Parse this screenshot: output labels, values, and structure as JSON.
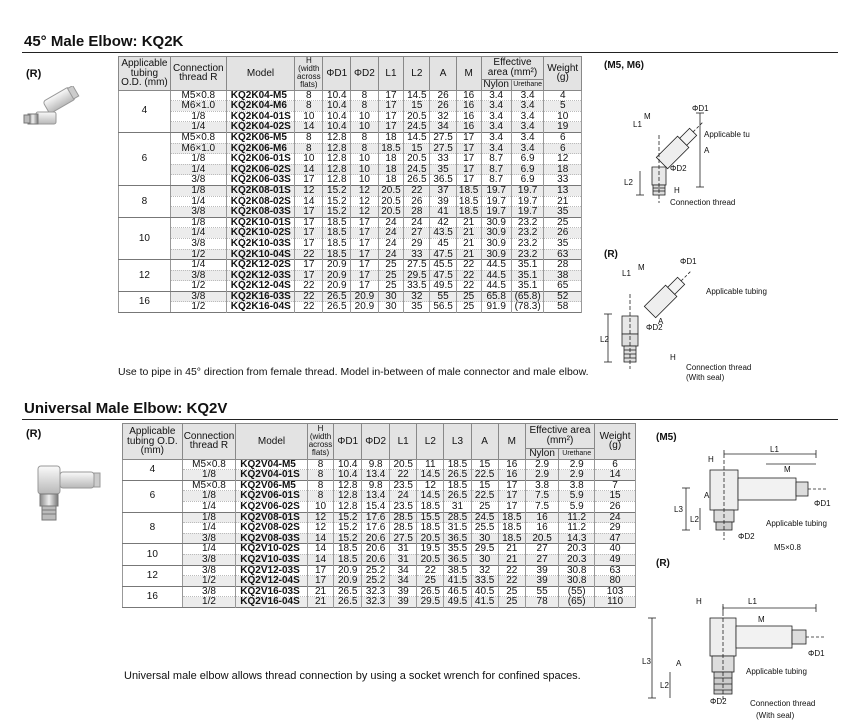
{
  "kq2k": {
    "title": "45° Male Elbow: KQ2K",
    "r_mark": "(R)",
    "headers": {
      "od": "Applicable tubing O.D. (mm)",
      "thread": "Connection thread R",
      "model": "Model",
      "h": "H (width across flats)",
      "d1": "ΦD1",
      "d2": "ΦD2",
      "l1": "L1",
      "l2": "L2",
      "a": "A",
      "m": "M",
      "eff": "Effective area (mm²)",
      "nylon": "Nylon",
      "urethane": "Urethane",
      "weight": "Weight (g)"
    },
    "groups": [
      {
        "od": "4",
        "rows": [
          [
            "M5×0.8",
            "KQ2K04-M5",
            "8",
            "10.4",
            "8",
            "17",
            "14.5",
            "26",
            "16",
            "3.4",
            "3.4",
            "4"
          ],
          [
            "M6×1.0",
            "KQ2K04-M6",
            "8",
            "10.4",
            "8",
            "17",
            "15",
            "26",
            "16",
            "3.4",
            "3.4",
            "5"
          ],
          [
            "1/8",
            "KQ2K04-01S",
            "10",
            "10.4",
            "10",
            "17",
            "20.5",
            "32",
            "16",
            "3.4",
            "3.4",
            "10"
          ],
          [
            "1/4",
            "KQ2K04-02S",
            "14",
            "10.4",
            "10",
            "17",
            "24.5",
            "34",
            "16",
            "3.4",
            "3.4",
            "19"
          ]
        ]
      },
      {
        "od": "6",
        "rows": [
          [
            "M5×0.8",
            "KQ2K06-M5",
            "8",
            "12.8",
            "8",
            "18",
            "14.5",
            "27.5",
            "17",
            "3.4",
            "3.4",
            "6"
          ],
          [
            "M6×1.0",
            "KQ2K06-M6",
            "8",
            "12.8",
            "8",
            "18.5",
            "15",
            "27.5",
            "17",
            "3.4",
            "3.4",
            "6"
          ],
          [
            "1/8",
            "KQ2K06-01S",
            "10",
            "12.8",
            "10",
            "18",
            "20.5",
            "33",
            "17",
            "8.7",
            "6.9",
            "12"
          ],
          [
            "1/4",
            "KQ2K06-02S",
            "14",
            "12.8",
            "10",
            "18",
            "24.5",
            "35",
            "17",
            "8.7",
            "6.9",
            "18"
          ],
          [
            "3/8",
            "KQ2K06-03S",
            "17",
            "12.8",
            "10",
            "18",
            "26.5",
            "36.5",
            "17",
            "8.7",
            "6.9",
            "33"
          ]
        ]
      },
      {
        "od": "8",
        "rows": [
          [
            "1/8",
            "KQ2K08-01S",
            "12",
            "15.2",
            "12",
            "20.5",
            "22",
            "37",
            "18.5",
            "19.7",
            "19.7",
            "13"
          ],
          [
            "1/4",
            "KQ2K08-02S",
            "14",
            "15.2",
            "12",
            "20.5",
            "26",
            "39",
            "18.5",
            "19.7",
            "19.7",
            "21"
          ],
          [
            "3/8",
            "KQ2K08-03S",
            "17",
            "15.2",
            "12",
            "20.5",
            "28",
            "41",
            "18.5",
            "19.7",
            "19.7",
            "35"
          ]
        ]
      },
      {
        "od": "10",
        "rows": [
          [
            "1/8",
            "KQ2K10-01S",
            "17",
            "18.5",
            "17",
            "24",
            "24",
            "42",
            "21",
            "30.9",
            "23.2",
            "25"
          ],
          [
            "1/4",
            "KQ2K10-02S",
            "17",
            "18.5",
            "17",
            "24",
            "27",
            "43.5",
            "21",
            "30.9",
            "23.2",
            "26"
          ],
          [
            "3/8",
            "KQ2K10-03S",
            "17",
            "18.5",
            "17",
            "24",
            "29",
            "45",
            "21",
            "30.9",
            "23.2",
            "35"
          ],
          [
            "1/2",
            "KQ2K10-04S",
            "22",
            "18.5",
            "17",
            "24",
            "33",
            "47.5",
            "21",
            "30.9",
            "23.2",
            "63"
          ]
        ]
      },
      {
        "od": "12",
        "rows": [
          [
            "1/4",
            "KQ2K12-02S",
            "17",
            "20.9",
            "17",
            "25",
            "27.5",
            "45.5",
            "22",
            "44.5",
            "35.1",
            "28"
          ],
          [
            "3/8",
            "KQ2K12-03S",
            "17",
            "20.9",
            "17",
            "25",
            "29.5",
            "47.5",
            "22",
            "44.5",
            "35.1",
            "38"
          ],
          [
            "1/2",
            "KQ2K12-04S",
            "22",
            "20.9",
            "17",
            "25",
            "33.5",
            "49.5",
            "22",
            "44.5",
            "35.1",
            "65"
          ]
        ]
      },
      {
        "od": "16",
        "rows": [
          [
            "3/8",
            "KQ2K16-03S",
            "22",
            "26.5",
            "20.9",
            "30",
            "32",
            "55",
            "25",
            "65.8",
            "(65.8)",
            "52"
          ],
          [
            "1/2",
            "KQ2K16-04S",
            "22",
            "26.5",
            "20.9",
            "30",
            "35",
            "56.5",
            "25",
            "91.9",
            "(78.3)",
            "58"
          ]
        ]
      }
    ],
    "note": "Use to pipe in 45° direction from female thread. Model in-between of male connector and male elbow.",
    "diagram1": {
      "title": "(M5, M6)",
      "l1": "L1",
      "m": "M",
      "d1": "ΦD1",
      "d2": "ΦD2",
      "a": "A",
      "l2": "L2",
      "h": "H",
      "tubing": "Applicable tubing",
      "thread": "Connection thread"
    },
    "diagram2": {
      "title": "(R)",
      "l1": "L1",
      "m": "M",
      "d1": "ΦD1",
      "d2": "ΦD2",
      "a": "A",
      "l2": "L2",
      "h": "H",
      "tubing": "Applicable tubing",
      "thread": "Connection thread",
      "seal": "(With seal)"
    }
  },
  "kq2v": {
    "title": "Universal Male Elbow: KQ2V",
    "r_mark": "(R)",
    "headers": {
      "od": "Applicable tubing O.D. (mm)",
      "thread": "Connection thread R",
      "model": "Model",
      "h": "H (width across flats)",
      "d1": "ΦD1",
      "d2": "ΦD2",
      "l1": "L1",
      "l2": "L2",
      "l3": "L3",
      "a": "A",
      "m": "M",
      "eff": "Effective area (mm²)",
      "nylon": "Nylon",
      "urethane": "Urethane",
      "weight": "Weight (g)"
    },
    "groups": [
      {
        "od": "4",
        "rows": [
          [
            "M5×0.8",
            "KQ2V04-M5",
            "8",
            "10.4",
            "9.8",
            "20.5",
            "11",
            "18.5",
            "15",
            "16",
            "2.9",
            "2.9",
            "6"
          ],
          [
            "1/8",
            "KQ2V04-01S",
            "8",
            "10.4",
            "13.4",
            "22",
            "14.5",
            "26.5",
            "22.5",
            "16",
            "2.9",
            "2.9",
            "14"
          ]
        ]
      },
      {
        "od": "6",
        "rows": [
          [
            "M5×0.8",
            "KQ2V06-M5",
            "8",
            "12.8",
            "9.8",
            "23.5",
            "12",
            "18.5",
            "15",
            "17",
            "3.8",
            "3.8",
            "7"
          ],
          [
            "1/8",
            "KQ2V06-01S",
            "8",
            "12.8",
            "13.4",
            "24",
            "14.5",
            "26.5",
            "22.5",
            "17",
            "7.5",
            "5.9",
            "15"
          ],
          [
            "1/4",
            "KQ2V06-02S",
            "10",
            "12.8",
            "15.4",
            "23.5",
            "18.5",
            "31",
            "25",
            "17",
            "7.5",
            "5.9",
            "26"
          ]
        ]
      },
      {
        "od": "8",
        "rows": [
          [
            "1/8",
            "KQ2V08-01S",
            "12",
            "15.2",
            "17.6",
            "28.5",
            "15.5",
            "28.5",
            "24.5",
            "18.5",
            "16",
            "11.2",
            "24"
          ],
          [
            "1/4",
            "KQ2V08-02S",
            "12",
            "15.2",
            "17.6",
            "28.5",
            "18.5",
            "31.5",
            "25.5",
            "18.5",
            "16",
            "11.2",
            "29"
          ],
          [
            "3/8",
            "KQ2V08-03S",
            "14",
            "15.2",
            "20.6",
            "27.5",
            "20.5",
            "36.5",
            "30",
            "18.5",
            "20.5",
            "14.3",
            "47"
          ]
        ]
      },
      {
        "od": "10",
        "rows": [
          [
            "1/4",
            "KQ2V10-02S",
            "14",
            "18.5",
            "20.6",
            "31",
            "19.5",
            "35.5",
            "29.5",
            "21",
            "27",
            "20.3",
            "40"
          ],
          [
            "3/8",
            "KQ2V10-03S",
            "14",
            "18.5",
            "20.6",
            "31",
            "20.5",
            "36.5",
            "30",
            "21",
            "27",
            "20.3",
            "49"
          ]
        ]
      },
      {
        "od": "12",
        "rows": [
          [
            "3/8",
            "KQ2V12-03S",
            "17",
            "20.9",
            "25.2",
            "34",
            "22",
            "38.5",
            "32",
            "22",
            "39",
            "30.8",
            "63"
          ],
          [
            "1/2",
            "KQ2V12-04S",
            "17",
            "20.9",
            "25.2",
            "34",
            "25",
            "41.5",
            "33.5",
            "22",
            "39",
            "30.8",
            "80"
          ]
        ]
      },
      {
        "od": "16",
        "rows": [
          [
            "3/8",
            "KQ2V16-03S",
            "21",
            "26.5",
            "32.3",
            "39",
            "26.5",
            "46.5",
            "40.5",
            "25",
            "55",
            "(55)",
            "103"
          ],
          [
            "1/2",
            "KQ2V16-04S",
            "21",
            "26.5",
            "32.3",
            "39",
            "29.5",
            "49.5",
            "41.5",
            "25",
            "78",
            "(65)",
            "110"
          ]
        ]
      }
    ],
    "note": "Universal male elbow allows thread connection by using a socket wrench for confined spaces.",
    "diagram1": {
      "title": "(M5)",
      "h": "H",
      "l1": "L1",
      "m": "M",
      "l3": "L3",
      "a": "A",
      "l2": "L2",
      "d1": "ΦD1",
      "d2": "ΦD2",
      "tubing": "Applicable tubing",
      "thread": "M5×0.8"
    },
    "diagram2": {
      "title": "(R)",
      "h": "H",
      "l1": "L1",
      "m": "M",
      "l3": "L3",
      "a": "A",
      "l2": "L2",
      "d1": "ΦD1",
      "d2": "ΦD2",
      "tubing": "Applicable tubing",
      "thread": "Connection thread",
      "seal": "(With seal)"
    }
  }
}
